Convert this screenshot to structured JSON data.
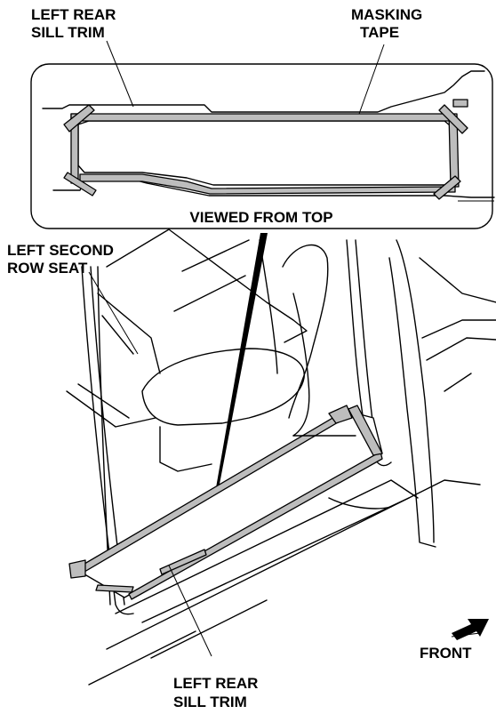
{
  "labels": {
    "left_rear_sill_trim_top_line1": "LEFT REAR",
    "left_rear_sill_trim_top_line2": "SILL TRIM",
    "masking_tape_line1": "MASKING",
    "masking_tape_line2": "TAPE",
    "viewed_from_top": "VIEWED FROM TOP",
    "left_second_row_seat_line1": "LEFT SECOND",
    "left_second_row_seat_line2": "ROW SEAT",
    "front": "FRONT",
    "left_rear_sill_trim_bottom_line1": "LEFT REAR",
    "left_rear_sill_trim_bottom_line2": "SILL TRIM"
  },
  "colors": {
    "tape": "#bdbdbd",
    "line": "#000000"
  }
}
